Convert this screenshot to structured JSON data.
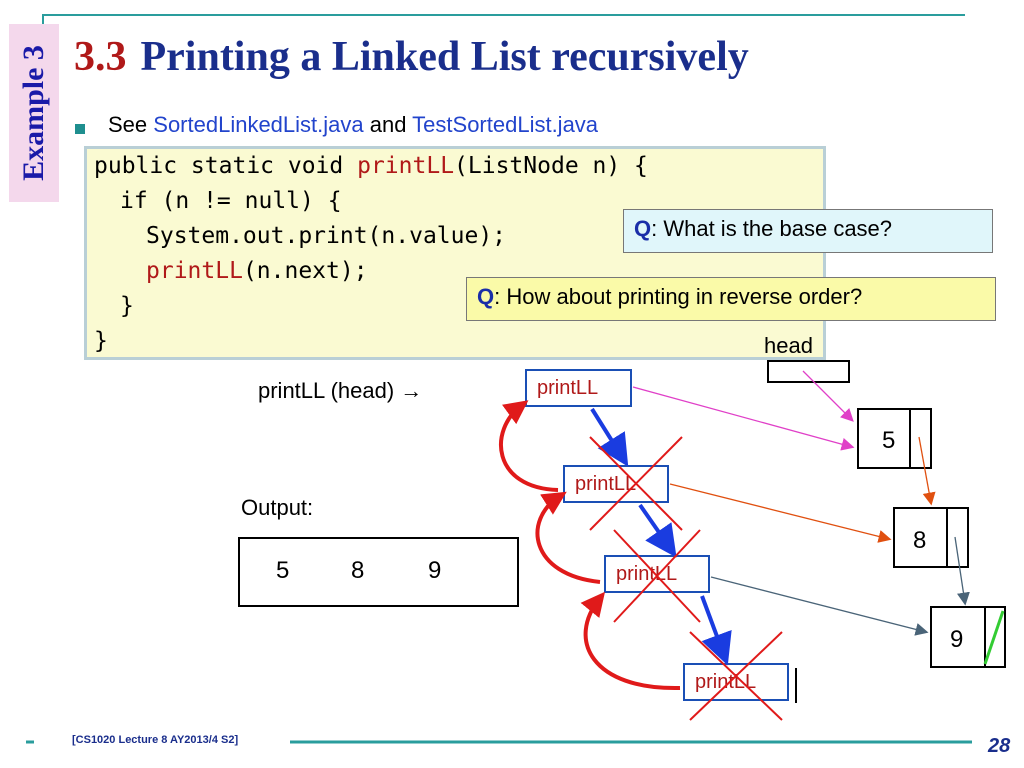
{
  "sidebar": {
    "label": "Example 3"
  },
  "title": {
    "number": "3.3",
    "text": "Printing a Linked List recursively"
  },
  "see_line": {
    "prefix": "See ",
    "file1": "SortedLinkedList.java",
    "middle": " and ",
    "file2": "TestSortedList.java"
  },
  "code": {
    "line1_pre": "public static void ",
    "line1_fn": "printLL",
    "line1_post": "(ListNode n) {",
    "line2": "if (n != null) {",
    "line3": "System.out.print(n.value);",
    "line4_fn": "printLL",
    "line4_post": "(n.next);",
    "line5": "}",
    "line6": "}"
  },
  "questions": [
    {
      "q": "Q",
      "text": ": What is the base case?"
    },
    {
      "q": "Q",
      "text": ": How about printing in reverse order?"
    }
  ],
  "diagram": {
    "call_label": "printLL (head) ",
    "call_arrow": "→",
    "head_label": "head",
    "calls": [
      "printLL",
      "printLL",
      "printLL",
      "printLL"
    ],
    "nodes": [
      "5",
      "8",
      "9"
    ],
    "output_label": "Output:",
    "output_values": [
      "5",
      "8",
      "9"
    ]
  },
  "footer": {
    "text": "[CS1020 Lecture 8 AY2013/4 S2]",
    "page": "28"
  },
  "colors": {
    "accent_line": "#2a9d9d",
    "title_blue": "#1a2e8c",
    "title_red": "#b01919",
    "code_bg": "#fafad2",
    "question_blue_bg": "#e0f6fa",
    "question_yellow_bg": "#fafaa8"
  }
}
